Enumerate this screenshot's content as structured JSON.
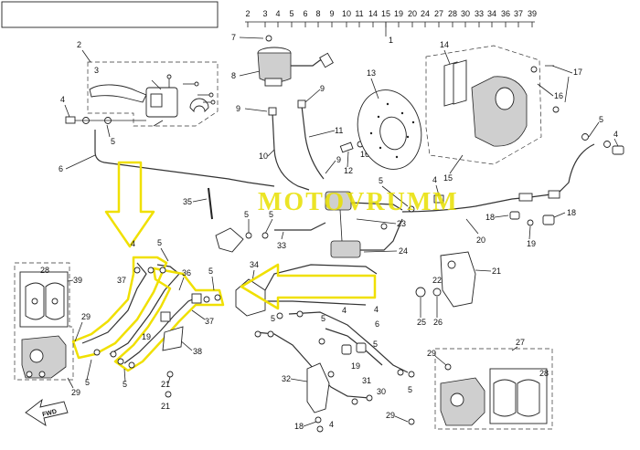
{
  "header": {
    "top_numbers": [
      "2",
      "3",
      "4",
      "5",
      "6",
      "8",
      "9",
      "10",
      "11",
      "14",
      "15",
      "19",
      "20",
      "24",
      "27",
      "28",
      "30",
      "33",
      "34",
      "36",
      "37",
      "39"
    ],
    "main_label": "1"
  },
  "watermark": "MOTOVRUMM",
  "fwd_label": "FWD",
  "callouts": {
    "c2": "2",
    "c3": "3",
    "c4a": "4",
    "c5a": "5",
    "c6": "6",
    "c7": "7",
    "c8": "8",
    "c9a": "9",
    "c9b": "9",
    "c9c": "9",
    "c10": "10",
    "c11": "11",
    "c12": "12",
    "c13": "13",
    "c14": "14",
    "c15": "15",
    "c16a": "16",
    "c16b": "16",
    "c17": "17",
    "c5b": "5",
    "c4b": "4",
    "c35": "35",
    "c5c": "5",
    "c5d": "5",
    "c23": "23",
    "c24": "24",
    "c33": "33",
    "c20": "20",
    "c18a": "18",
    "c18b": "18",
    "c19a": "19",
    "c4c": "4",
    "c5e": "5",
    "c37a": "37",
    "c36": "36",
    "c5f": "5",
    "c37b": "37",
    "c28a": "28",
    "c39": "39",
    "c29a": "29",
    "c29b": "29",
    "c5g": "5",
    "c19b": "19",
    "c38": "38",
    "c5h": "5",
    "c21a": "21",
    "c21b": "21",
    "c34": "34",
    "c5i": "5",
    "c31": "31",
    "c19c": "19",
    "c32": "32",
    "c18c": "18",
    "c4d": "4",
    "c30": "30",
    "c5j": "5",
    "c25": "25",
    "c26": "26",
    "c22": "22",
    "c21c": "21",
    "c27": "27",
    "c28b": "28",
    "c29c": "29",
    "c29d": "29",
    "c5k": "5",
    "c5l": "5",
    "c5m": "5",
    "c4e": "4",
    "c4f": "4",
    "c6b": "6"
  }
}
